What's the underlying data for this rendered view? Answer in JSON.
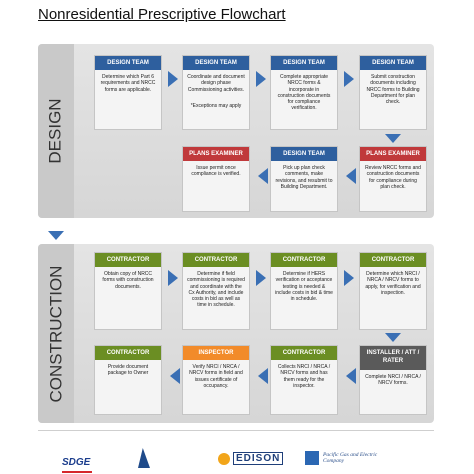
{
  "title": "Nonresidential Prescriptive Flowchart",
  "phases": {
    "design": "DESIGN",
    "construction": "CONSTRUCTION"
  },
  "design_row1": [
    {
      "header": "DESIGN TEAM",
      "body": "Determine which Part 6 requirements and NRCC forms are applicable."
    },
    {
      "header": "DESIGN TEAM",
      "body": "Coordinate and document design phase Commissioning activities.",
      "note": "*Exceptions may apply"
    },
    {
      "header": "DESIGN TEAM",
      "body": "Complete appropriate NRCC forms & incorporate in construction documents for compliance verification."
    },
    {
      "header": "DESIGN TEAM",
      "body": "Submit construction documents including NRCC forms to Building Department for plan check."
    }
  ],
  "design_row2": [
    {
      "header": "PLANS EXAMINER",
      "body": "Issue permit once compliance is verified."
    },
    {
      "header": "DESIGN TEAM",
      "body": "Pick up plan check comments, make revisions, and resubmit to Building Department."
    },
    {
      "header": "PLANS EXAMINER",
      "body": "Review NRCC forms and construction documents for compliance during plan check."
    }
  ],
  "construction_row1": [
    {
      "header": "CONTRACTOR",
      "body": "Obtain copy of NRCC forms with construction documents."
    },
    {
      "header": "CONTRACTOR",
      "body": "Determine if field commissioning is required and coordinate with the Cx Authority, and include costs in bid as well as time in schedule."
    },
    {
      "header": "CONTRACTOR",
      "body": "Determine if HERS verification or acceptance testing is needed & include costs in bid & time in schedule."
    },
    {
      "header": "CONTRACTOR",
      "body": "Determine which NRCI / NRCA / NRCV forms to apply, for verification and inspection."
    }
  ],
  "construction_row2": [
    {
      "header": "CONTRACTOR",
      "body": "Provide document package to Owner"
    },
    {
      "header": "INSPECTOR",
      "body": "Verify NRCI / NRCA / NRCV forms in field and issues certificate of occupancy."
    },
    {
      "header": "CONTRACTOR",
      "body": "Collects NRCI / NRCA / NRCV forms and has them ready for the inspector."
    },
    {
      "header": "INSTALLER / ATT / RATER",
      "body": "Complete NRCI / NRCA / NRCV forms."
    }
  ],
  "logos": [
    "SDGE",
    "EDISON",
    "Pacific Gas and Electric Company"
  ],
  "colors": {
    "blue": "#2e5f9e",
    "red": "#c0393b",
    "green": "#6b8e23",
    "orange": "#f28b2a",
    "gray": "#5a5a5a",
    "arrow": "#3a6fb4"
  }
}
